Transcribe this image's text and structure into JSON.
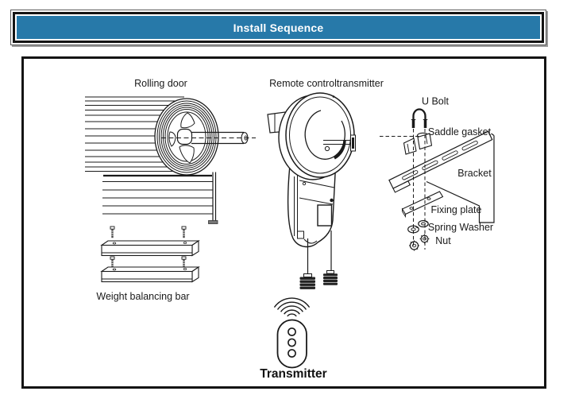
{
  "header": {
    "title": "Install Sequence",
    "bg_color": "#2779a9",
    "text_color": "#ffffff"
  },
  "diagram": {
    "labels": {
      "rolling_door": "Rolling door",
      "remote_control": "Remote controltransmitter",
      "u_bolt": "U Bolt",
      "saddle_gasket": "Saddle gasket",
      "bracket": "Bracket",
      "fixing_plate": "Fixing plate",
      "spring_washer": "Spring Washer",
      "nut": "Nut",
      "weight_balancing_bar": "Weight balancing bar",
      "transmitter": "Transmitter"
    }
  }
}
